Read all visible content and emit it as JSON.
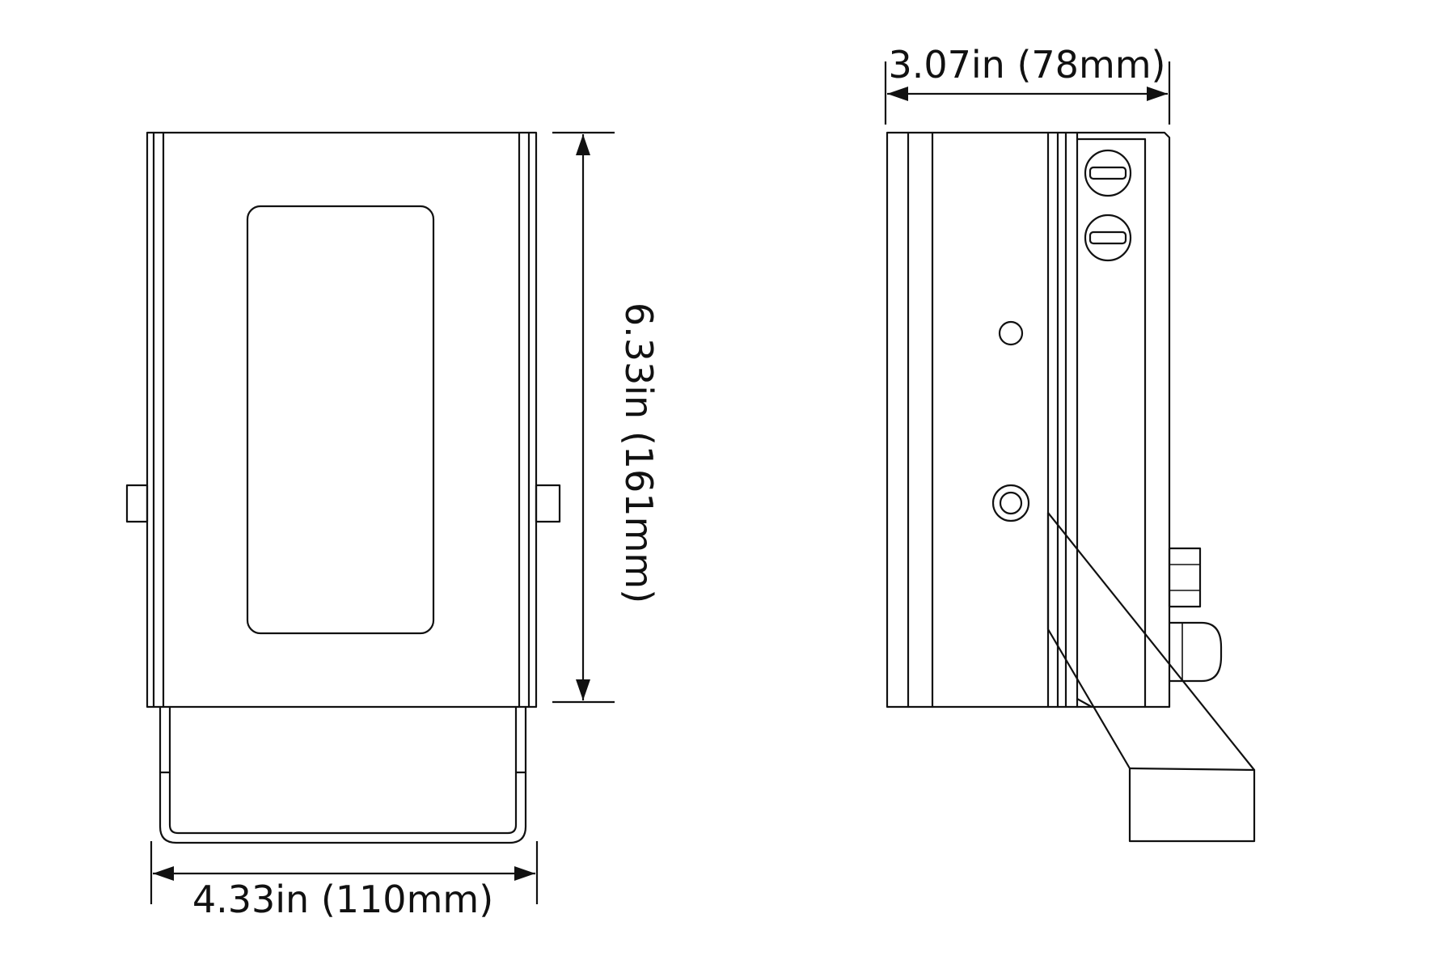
{
  "dimensions": {
    "width_label": "4.33in (110mm)",
    "height_label": "6.33in (161mm)",
    "depth_label": "3.07in (78mm)"
  },
  "colors": {
    "line": "#111111",
    "background": "#ffffff"
  }
}
